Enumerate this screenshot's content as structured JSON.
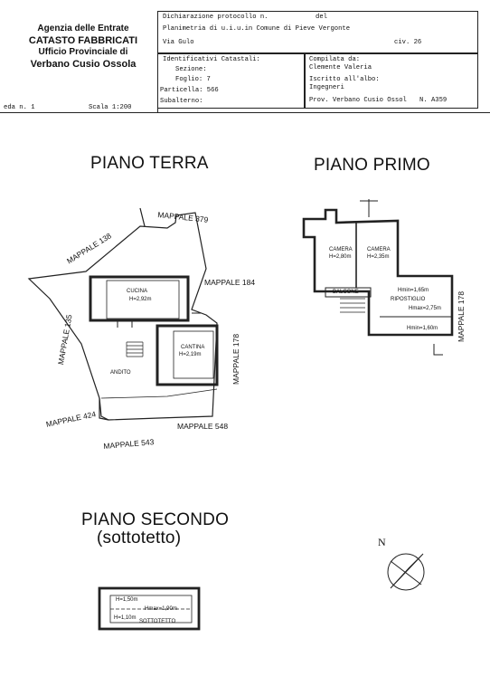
{
  "agency": {
    "line1": "Agenzia delle Entrate",
    "line2": "CATASTO FABBRICATI",
    "line3": "Ufficio Provinciale di",
    "line4": "Verbano Cusio Ossola"
  },
  "header": {
    "protocol_label": "Dichiarazione protocollo n.",
    "del_label": "del",
    "planimetria": "Planimetria di u.i.u.in Comune di Pieve Vergonte",
    "address": "Via Gulo",
    "civ": "civ. 26",
    "ident_title": "Identificativi Catastali:",
    "sezione": "Sezione:",
    "foglio": "Foglio: 7",
    "particella": "Particella: 566",
    "subalterno": "Subalterno:",
    "compilata_label": "Compilata da:",
    "compilata_name": "Clemente Valeria",
    "iscritto_label": "Iscritto all'albo:",
    "iscritto_value": "Ingegneri",
    "prov": "Prov. Verbano Cusio Ossol",
    "numero": "N. A359",
    "scheda": "eda n. 1",
    "scala": "Scala 1:200"
  },
  "plan": {
    "piano_terra": "PIANO TERRA",
    "piano_primo": "PIANO PRIMO",
    "piano_secondo": "PIANO SECONDO",
    "sottotetto": "(sottotetto)",
    "north": "N",
    "terra": {
      "mappale_379": "MAPPALE 379",
      "mappale_138": "MAPPALE 138",
      "mappale_184": "MAPPALE 184",
      "mappale_135": "MAPPALE 135",
      "mappale_178": "MAPPALE 178",
      "mappale_424": "MAPPALE 424",
      "mappale_548": "MAPPALE 548",
      "mappale_543": "MAPPALE 543",
      "cucina": "CUCINA",
      "cucina_h": "H=2,92m",
      "cantina": "CANTINA",
      "cantina_h": "H=2,19m",
      "andito": "ANDITO"
    },
    "primo": {
      "camera1": "CAMERA",
      "camera1_h": "H=2,80m",
      "camera2": "CAMERA",
      "camera2_h": "H=2,35m",
      "balcone": "BALCONE",
      "ripostiglio": "RIPOSTIGLIO",
      "rip_hmin": "Hmin=1,65m",
      "rip_hmax": "Hmax=2,75m",
      "rip_h2": "Hmin=1,60m",
      "mappale_178": "MAPPALE 178"
    },
    "secondo": {
      "h1": "H=1,50m",
      "hmax": "Hmax=1,90m",
      "h2": "H=1,10m",
      "sottotetto": "SOTTOTETTO"
    }
  }
}
